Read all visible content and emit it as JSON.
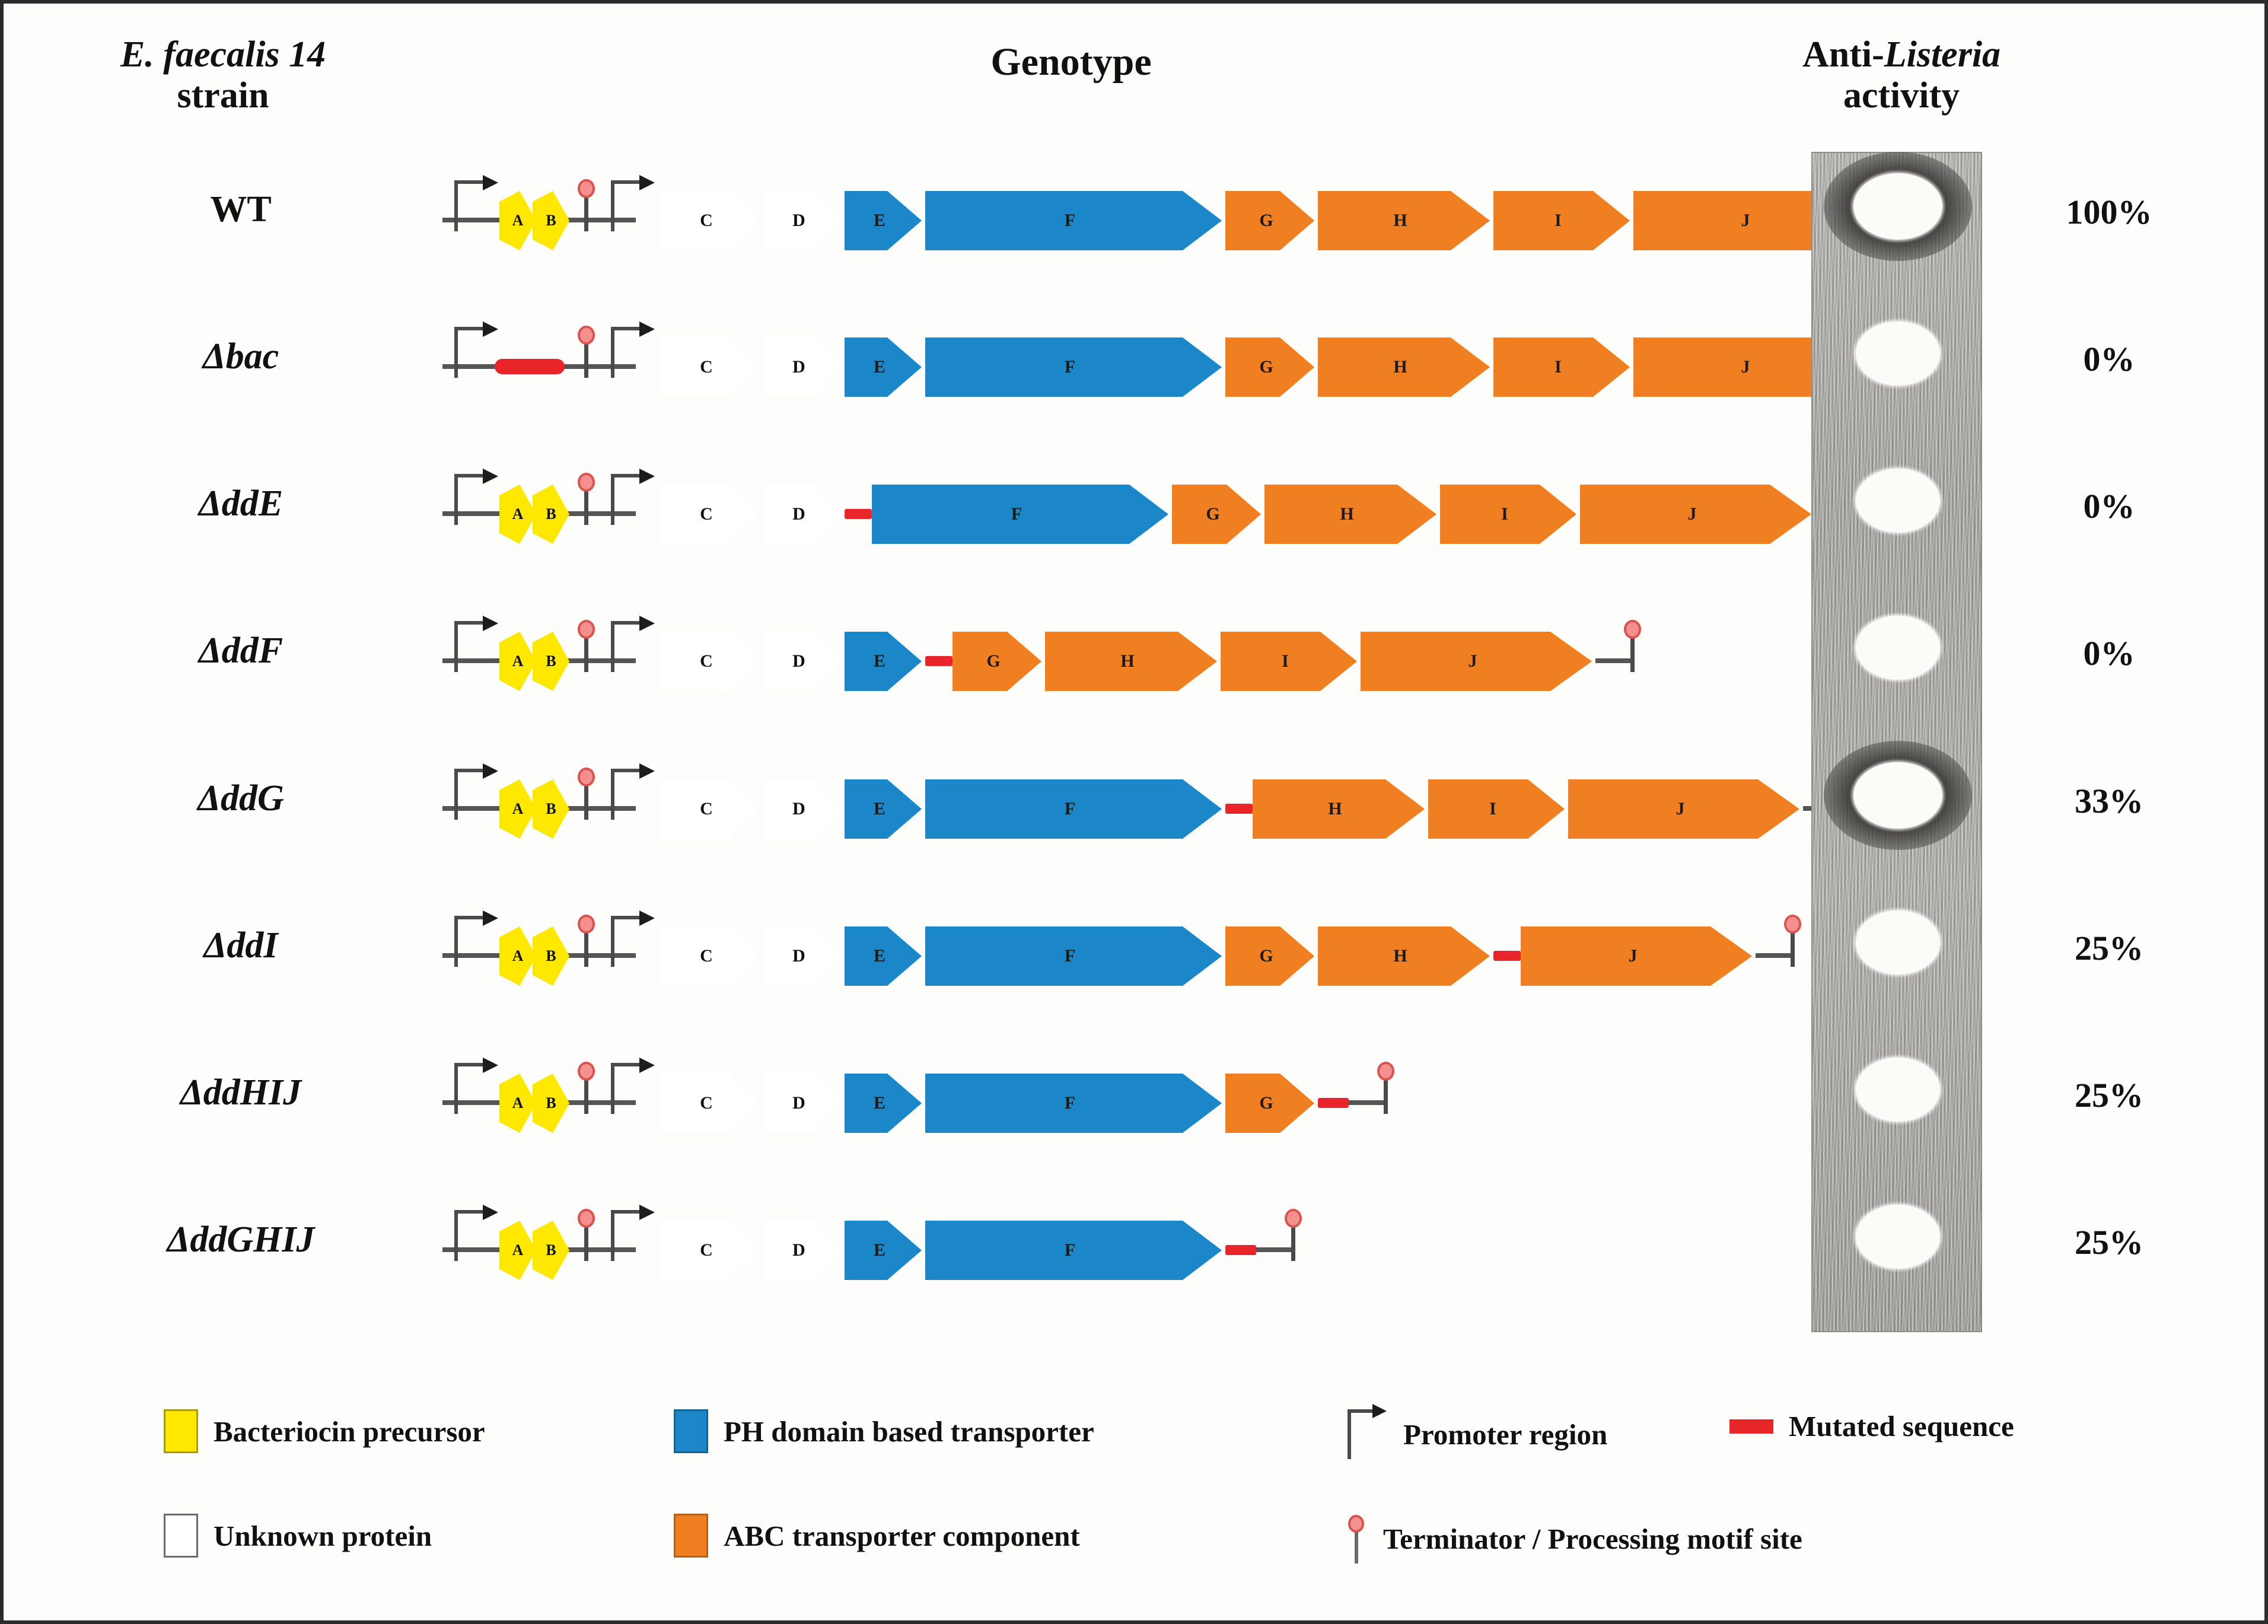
{
  "header": {
    "strain_col_line1": "E. faecalis 14",
    "strain_col_line2": "strain",
    "genotype_col": "Genotype",
    "anti_col_line1_prefix": "Anti-",
    "anti_col_line1_italic": "Listeria",
    "anti_col_line2": "activity"
  },
  "colors": {
    "bacteriocin_precursor": "#FFE800",
    "unknown_protein": "#FFFFFF",
    "ph_domain_transporter": "#1B87C9",
    "abc_transporter": "#F07F22",
    "mutated_sequence": "#E8262A",
    "terminator": "#D9534F",
    "promoter": "#4A4A4A"
  },
  "rows": [
    {
      "strain": "WT",
      "strain_italic": false,
      "activity": "100%",
      "halo": true,
      "genes": [
        {
          "label": "A",
          "type": "leaf",
          "color": "yellow"
        },
        {
          "label": "B",
          "type": "leaf",
          "color": "yellow"
        },
        {
          "label": "C",
          "type": "arrow",
          "color": "white"
        },
        {
          "label": "D",
          "type": "arrow",
          "color": "white"
        },
        {
          "label": "E",
          "type": "arrow",
          "color": "blue"
        },
        {
          "label": "F",
          "type": "arrow",
          "color": "blue"
        },
        {
          "label": "G",
          "type": "arrow",
          "color": "orange"
        },
        {
          "label": "H",
          "type": "arrow",
          "color": "orange"
        },
        {
          "label": "I",
          "type": "arrow",
          "color": "orange"
        },
        {
          "label": "J",
          "type": "arrow",
          "color": "orange"
        }
      ]
    },
    {
      "strain": "Δbac",
      "strain_italic": true,
      "activity": "0%",
      "halo": false,
      "genes": [
        {
          "label": "C",
          "type": "arrow",
          "color": "white"
        },
        {
          "label": "D",
          "type": "arrow",
          "color": "white"
        },
        {
          "label": "E",
          "type": "arrow",
          "color": "blue"
        },
        {
          "label": "F",
          "type": "arrow",
          "color": "blue"
        },
        {
          "label": "G",
          "type": "arrow",
          "color": "orange"
        },
        {
          "label": "H",
          "type": "arrow",
          "color": "orange"
        },
        {
          "label": "I",
          "type": "arrow",
          "color": "orange"
        },
        {
          "label": "J",
          "type": "arrow",
          "color": "orange"
        }
      ]
    },
    {
      "strain": "ΔddE",
      "strain_italic": true,
      "activity": "0%",
      "halo": false,
      "genes": [
        {
          "label": "A",
          "type": "leaf",
          "color": "yellow"
        },
        {
          "label": "B",
          "type": "leaf",
          "color": "yellow"
        },
        {
          "label": "C",
          "type": "arrow",
          "color": "white"
        },
        {
          "label": "D",
          "type": "arrow",
          "color": "white"
        },
        {
          "label": "F",
          "type": "arrow",
          "color": "blue"
        },
        {
          "label": "G",
          "type": "arrow",
          "color": "orange"
        },
        {
          "label": "H",
          "type": "arrow",
          "color": "orange"
        },
        {
          "label": "I",
          "type": "arrow",
          "color": "orange"
        },
        {
          "label": "J",
          "type": "arrow",
          "color": "orange"
        }
      ]
    },
    {
      "strain": "ΔddF",
      "strain_italic": true,
      "activity": "0%",
      "halo": false,
      "genes": [
        {
          "label": "A",
          "type": "leaf",
          "color": "yellow"
        },
        {
          "label": "B",
          "type": "leaf",
          "color": "yellow"
        },
        {
          "label": "C",
          "type": "arrow",
          "color": "white"
        },
        {
          "label": "D",
          "type": "arrow",
          "color": "white"
        },
        {
          "label": "E",
          "type": "arrow",
          "color": "blue"
        },
        {
          "label": "G",
          "type": "arrow",
          "color": "orange"
        },
        {
          "label": "H",
          "type": "arrow",
          "color": "orange"
        },
        {
          "label": "I",
          "type": "arrow",
          "color": "orange"
        },
        {
          "label": "J",
          "type": "arrow",
          "color": "orange"
        }
      ]
    },
    {
      "strain": "ΔddG",
      "strain_italic": true,
      "activity": "33%",
      "halo": true,
      "genes": [
        {
          "label": "A",
          "type": "leaf",
          "color": "yellow"
        },
        {
          "label": "B",
          "type": "leaf",
          "color": "yellow"
        },
        {
          "label": "C",
          "type": "arrow",
          "color": "white"
        },
        {
          "label": "D",
          "type": "arrow",
          "color": "white"
        },
        {
          "label": "E",
          "type": "arrow",
          "color": "blue"
        },
        {
          "label": "F",
          "type": "arrow",
          "color": "blue"
        },
        {
          "label": "H",
          "type": "arrow",
          "color": "orange"
        },
        {
          "label": "I",
          "type": "arrow",
          "color": "orange"
        },
        {
          "label": "J",
          "type": "arrow",
          "color": "orange"
        }
      ]
    },
    {
      "strain": "ΔddI",
      "strain_italic": true,
      "activity": "25%",
      "halo": false,
      "genes": [
        {
          "label": "A",
          "type": "leaf",
          "color": "yellow"
        },
        {
          "label": "B",
          "type": "leaf",
          "color": "yellow"
        },
        {
          "label": "C",
          "type": "arrow",
          "color": "white"
        },
        {
          "label": "D",
          "type": "arrow",
          "color": "white"
        },
        {
          "label": "E",
          "type": "arrow",
          "color": "blue"
        },
        {
          "label": "F",
          "type": "arrow",
          "color": "blue"
        },
        {
          "label": "G",
          "type": "arrow",
          "color": "orange"
        },
        {
          "label": "H",
          "type": "arrow",
          "color": "orange"
        },
        {
          "label": "J",
          "type": "arrow",
          "color": "orange"
        }
      ]
    },
    {
      "strain": "ΔddHIJ",
      "strain_italic": true,
      "activity": "25%",
      "halo": false,
      "genes": [
        {
          "label": "A",
          "type": "leaf",
          "color": "yellow"
        },
        {
          "label": "B",
          "type": "leaf",
          "color": "yellow"
        },
        {
          "label": "C",
          "type": "arrow",
          "color": "white"
        },
        {
          "label": "D",
          "type": "arrow",
          "color": "white"
        },
        {
          "label": "E",
          "type": "arrow",
          "color": "blue"
        },
        {
          "label": "F",
          "type": "arrow",
          "color": "blue"
        },
        {
          "label": "G",
          "type": "arrow",
          "color": "orange"
        }
      ]
    },
    {
      "strain": "ΔddGHIJ",
      "strain_italic": true,
      "activity": "25%",
      "halo": false,
      "genes": [
        {
          "label": "A",
          "type": "leaf",
          "color": "yellow"
        },
        {
          "label": "B",
          "type": "leaf",
          "color": "yellow"
        },
        {
          "label": "C",
          "type": "arrow",
          "color": "white"
        },
        {
          "label": "D",
          "type": "arrow",
          "color": "white"
        },
        {
          "label": "E",
          "type": "arrow",
          "color": "blue"
        },
        {
          "label": "F",
          "type": "arrow",
          "color": "blue"
        }
      ]
    }
  ],
  "legend": [
    {
      "swatch": "yellow",
      "label": "Bacteriocin precursor"
    },
    {
      "swatch": "blue",
      "label": "PH domain based transporter"
    },
    {
      "swatch": "promoter",
      "label": "Promoter region"
    },
    {
      "swatch": "red",
      "label": "Mutated sequence"
    },
    {
      "swatch": "white",
      "label": "Unknown protein"
    },
    {
      "swatch": "orange",
      "label": "ABC transporter component"
    },
    {
      "swatch": "terminator",
      "label": "Terminator / Processing motif site"
    }
  ]
}
